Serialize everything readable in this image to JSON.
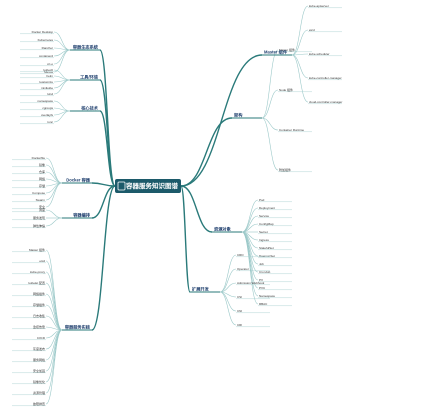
{
  "center": {
    "title": "容器服务知识图谱"
  },
  "colors": {
    "center_bg": "#1c5a6a",
    "line": "#2a7a7a",
    "leaf_line": "#9cc9c9",
    "accent_red": "#e05050",
    "accent_blue": "#3a7bd5"
  },
  "branches": {
    "ecosystem": {
      "label": "容器生态系统",
      "items": [
        "Docker Desktop",
        "Kubernetes",
        "Rancher",
        "containerd",
        "cri-o",
        "Mesos"
      ]
    },
    "tools": {
      "label": "工具/环境",
      "items": [
        "kubectl",
        "helm",
        "kustomize",
        "minikube",
        "kind"
      ]
    },
    "tech": {
      "label": "核心技术",
      "items": [
        "namespace",
        "cgroups",
        "overlayfs",
        "runc"
      ]
    },
    "docker": {
      "label": "Docker 容器",
      "items": [
        "Dockerfile",
        "镜像",
        "仓库",
        "网络",
        "存储",
        "Compose",
        "Swarm",
        "安全"
      ]
    },
    "orchestration": {
      "label": "容器编排",
      "items": [
        "调度",
        "服务发现",
        "弹性伸缩"
      ]
    },
    "practice": {
      "label": "容器服务实践",
      "items": [
        "Master 组件",
        "etcd",
        "kube-proxy",
        "kubelet 配置",
        "网络插件",
        "存储插件",
        "日志收集",
        "监控告警",
        "CI/CD",
        "灰度发布",
        "服务网格",
        "安全加固",
        "镜像优化",
        "资源管理",
        "故障排查"
      ]
    },
    "arch": {
      "label": "架构",
      "items": [
        "Master 组件",
        "Node 组件",
        "Container Runtime",
        "附加组件"
      ]
    },
    "master": {
      "label": "Master 组件",
      "items": [
        "kube-apiserver",
        "etcd",
        "kube-scheduler",
        "kube-controller-manager",
        "cloud-controller-manager"
      ]
    },
    "resources": {
      "label": "资源对象",
      "items": [
        "Pod",
        "Deployment",
        "Service",
        "ConfigMap",
        "Secret",
        "Ingress",
        "StatefulSet",
        "DaemonSet",
        "Job",
        "CronJob",
        "PV",
        "PVC",
        "Namespace",
        "RBAC"
      ]
    },
    "extend": {
      "label": "扩展开发",
      "items": [
        "CRD",
        "Operator",
        "Admission Webhook",
        "CSI",
        "CNI",
        "CRI"
      ]
    }
  }
}
